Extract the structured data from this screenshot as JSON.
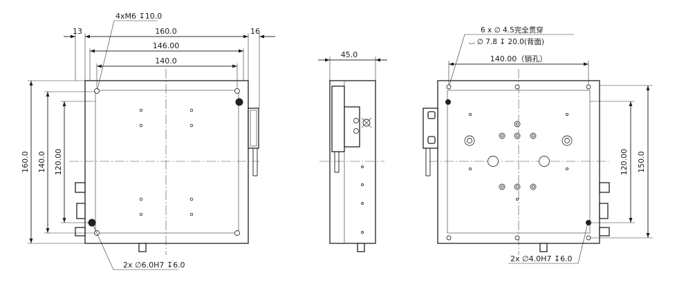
{
  "front_view": {
    "thread_callout": "4xM6 ↧10.0",
    "dim_left_offset": "13",
    "dim_total_width": "160.0",
    "dim_right_offset": "16",
    "dim_width_146": "146.00",
    "dim_width_140": "140.0",
    "dim_height_160": "160.0",
    "dim_height_140": "140.0",
    "dim_height_120": "120.00",
    "pin_callout": "2x ∅6.0H7 ↧6.0"
  },
  "side_view": {
    "dim_thickness": "45.0"
  },
  "back_view": {
    "hole_callout_line1": "6 x  ∅ 4.5完全贯穿",
    "hole_callout_line2": "⌴  ∅ 7.8 ↧ 20.0(背面)",
    "dim_pin_spacing": "140.00（销孔）",
    "dim_height_120": "120.00",
    "dim_height_150": "150.0",
    "pin_callout": "2x ∅4.0H7 ↧6.0"
  }
}
